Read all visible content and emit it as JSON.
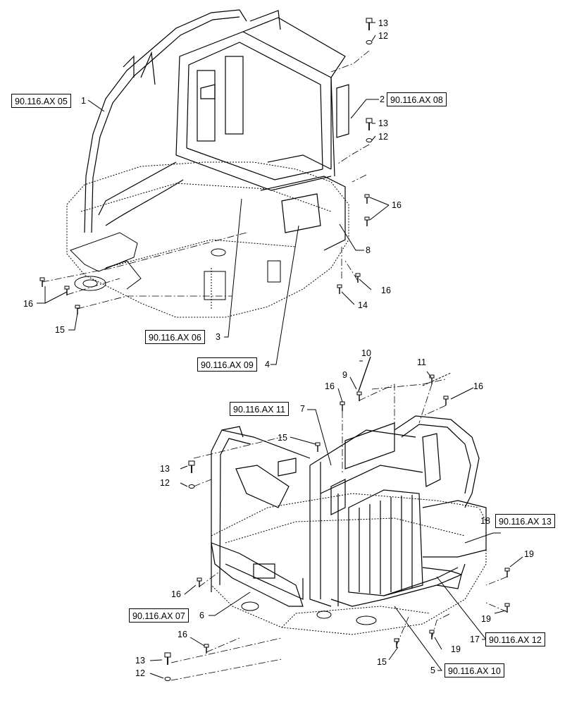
{
  "refs": {
    "r1": "90.116.AX 05",
    "r2": "90.116.AX 08",
    "r3": "90.116.AX 06",
    "r4": "90.116.AX 09",
    "r5": "90.116.AX 10",
    "r6": "90.116.AX 07",
    "r7": "90.116.AX 11",
    "r17": "90.116.AX 12",
    "r18": "90.116.AX 13"
  },
  "callouts": {
    "c1": "1",
    "c2": "2",
    "c3": "3",
    "c4": "4",
    "c5": "5",
    "c6": "6",
    "c7": "7",
    "c8": "8",
    "c9": "9",
    "c10": "10",
    "c11": "11",
    "c12a": "12",
    "c12b": "12",
    "c12c": "12",
    "c12d": "12",
    "c13a": "13",
    "c13b": "13",
    "c13c": "13",
    "c13d": "13",
    "c14": "14",
    "c15a": "15",
    "c15b": "15",
    "c15c": "15",
    "c16a": "16",
    "c16b": "16",
    "c16c": "16",
    "c16d": "16",
    "c16e": "16",
    "c16f": "16",
    "c16g": "16",
    "c17": "17",
    "c18": "18",
    "c19a": "19",
    "c19b": "19",
    "c19c": "19"
  }
}
